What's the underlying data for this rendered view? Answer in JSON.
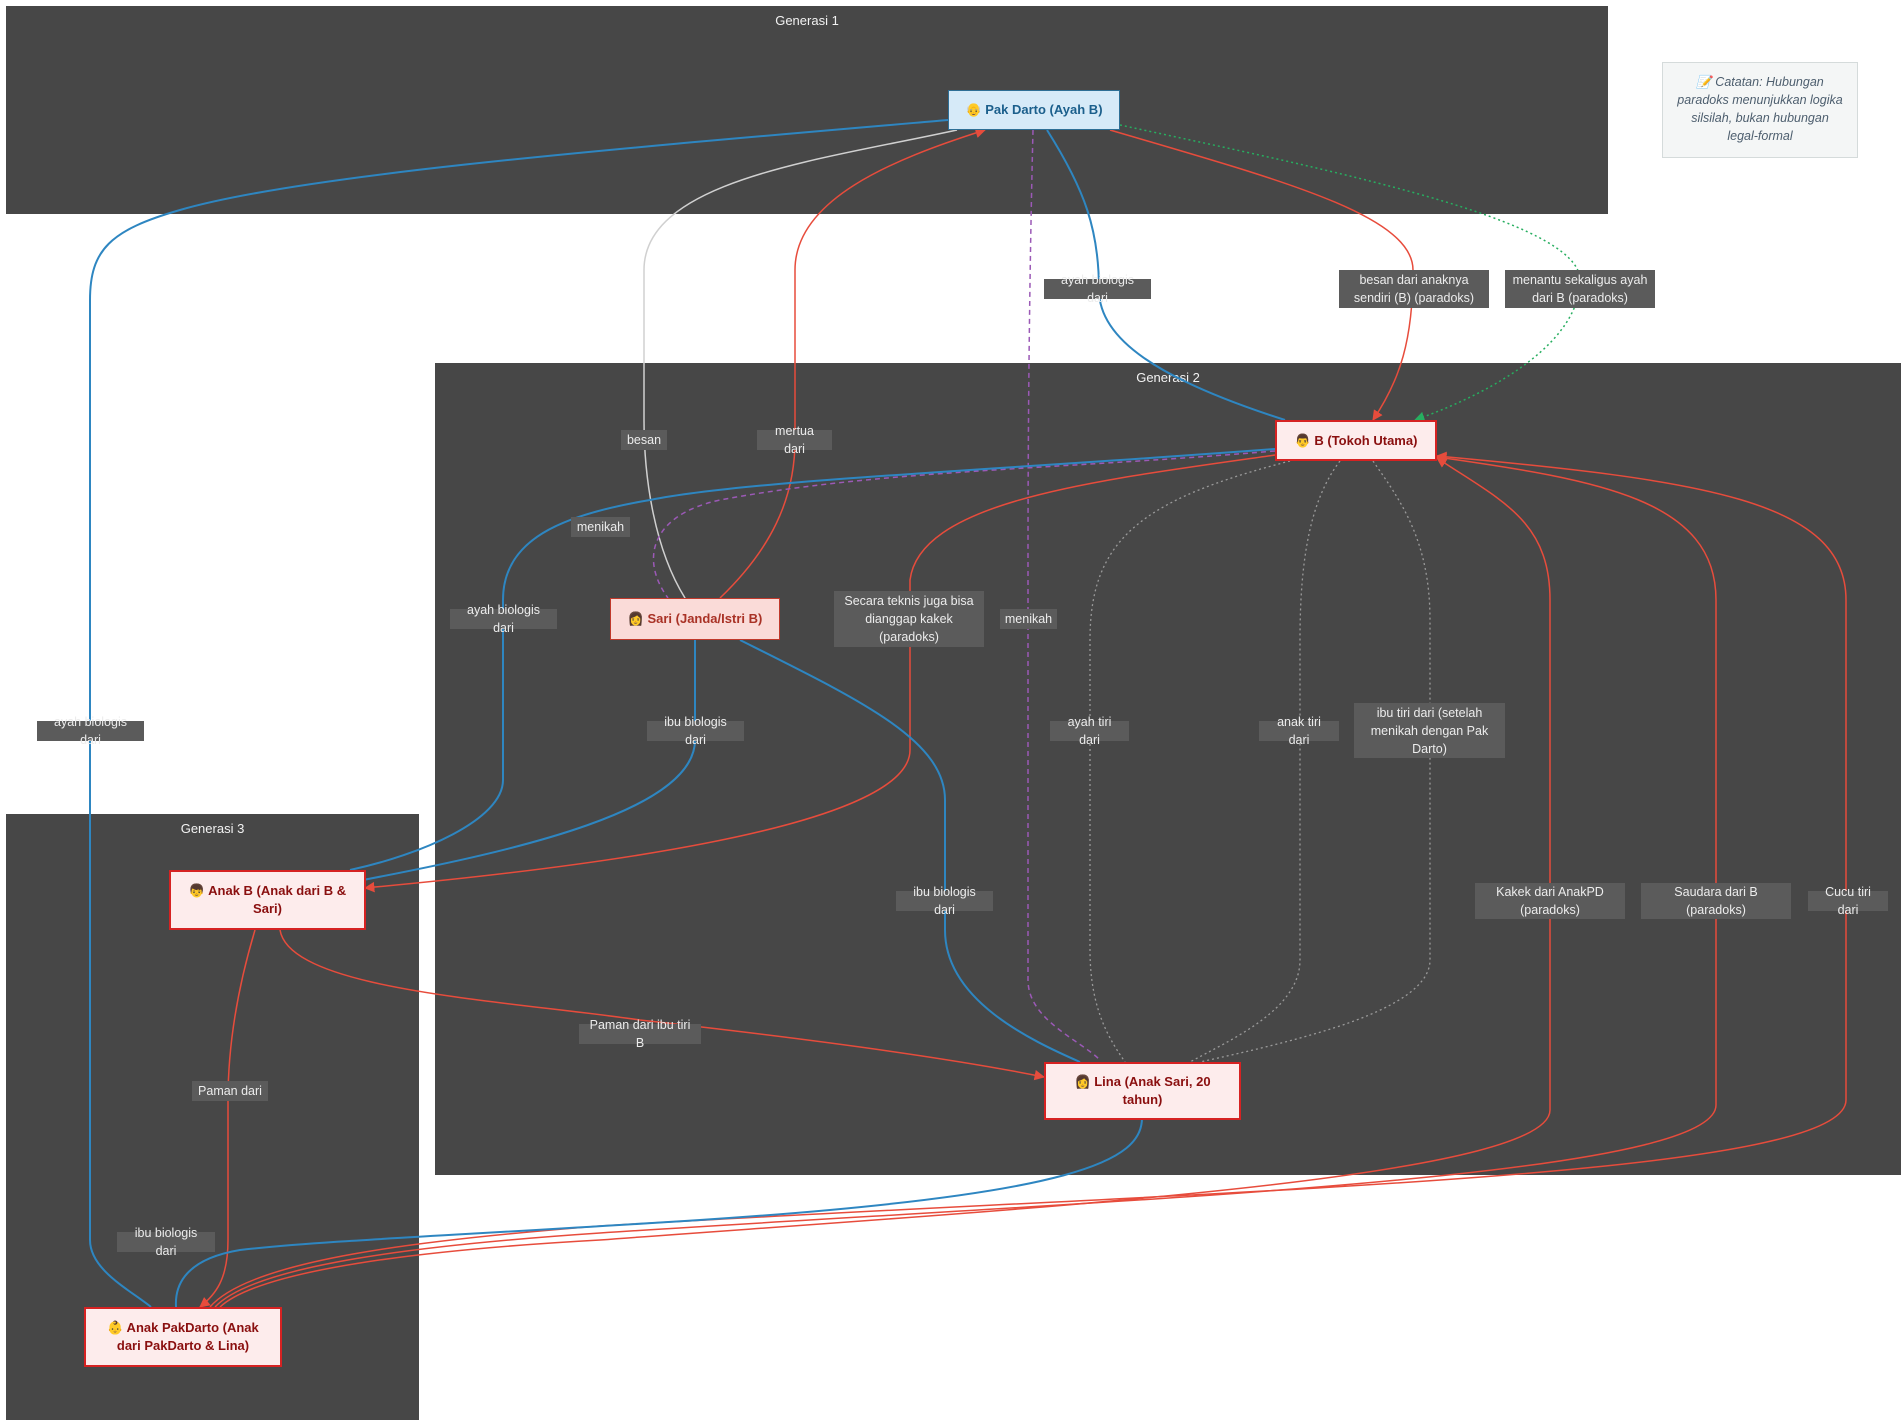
{
  "clusters": {
    "gen1": "Generasi 1",
    "gen2": "Generasi 2",
    "gen3": "Generasi 3"
  },
  "nodes": {
    "pakdarto": "👴 Pak Darto (Ayah B)",
    "b": "👨 B (Tokoh Utama)",
    "sari": "👩 Sari (Janda/Istri B)",
    "lina": "👩 Lina (Anak Sari, 20 tahun)",
    "anakb": "👦 Anak B (Anak dari B & Sari)",
    "anakpd": "👶 Anak PakDarto (Anak dari PakDarto & Lina)"
  },
  "edge_labels": {
    "ayah_bio_pd_b": "ayah biologis dari",
    "besan_anaknya": "besan dari anaknya sendiri (B) (paradoks)",
    "menantu": "menantu sekaligus ayah dari B (paradoks)",
    "besan": "besan",
    "mertua": "mertua dari",
    "menikah_b_sari": "menikah",
    "ayah_bio_b_anakb": "ayah biologis dari",
    "kakek": "Secara teknis juga bisa dianggap kakek (paradoks)",
    "menikah_pd_lina": "menikah",
    "ayah_bio_pd_anakpd": "ayah biologis dari",
    "ibu_bio_sari_anakb": "ibu biologis dari",
    "ayah_tiri": "ayah tiri dari",
    "anak_tiri": "anak tiri dari",
    "ibu_tiri": "ibu tiri dari (setelah menikah dengan Pak Darto)",
    "ibu_bio_sari_lina": "ibu biologis dari",
    "kakek_anakpd": "Kakek dari AnakPD (paradoks)",
    "saudara_b": "Saudara dari B (paradoks)",
    "cucu_tiri": "Cucu tiri dari",
    "paman_ibu_tiri": "Paman dari ibu tiri B",
    "paman_dari": "Paman dari",
    "ibu_bio_lina_anakpd": "ibu biologis dari"
  },
  "note": "📝 Catatan: Hubungan paradoks menunjukkan logika silsilah, bukan hubungan legal-formal",
  "colors": {
    "blue": "#2e86c1",
    "red": "#e74c3c",
    "grey": "#d0d0d0",
    "green": "#27ae60",
    "purple": "#9b59b6",
    "dotted_grey": "#9a9a9a",
    "cluster_bg": "#474747"
  }
}
